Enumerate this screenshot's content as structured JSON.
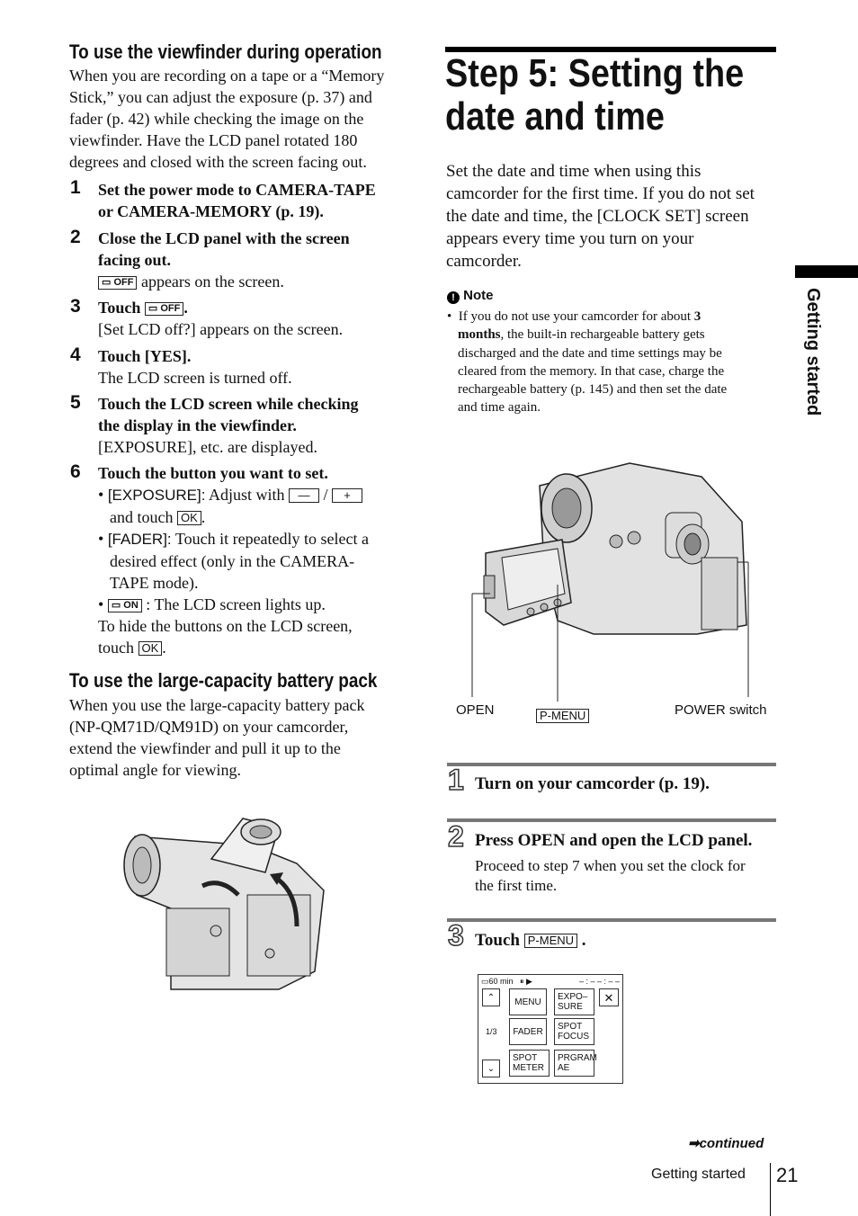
{
  "left": {
    "viewfinder_heading": "To use the viewfinder during operation",
    "viewfinder_intro": [
      "When you are recording on a tape or a “Memory",
      "Stick,” you can adjust the exposure (p. 37) and",
      "fader (p. 42) while checking the image on the",
      "viewfinder. Have the LCD panel rotated 180",
      "degrees and closed with the screen facing out."
    ],
    "steps": [
      {
        "n": "1",
        "lines": [
          "Set the power mode to CAMERA-TAPE",
          "or CAMERA-MEMORY (p. 19)."
        ]
      },
      {
        "n": "2",
        "lines": [
          "Close the LCD panel with the screen",
          "facing out."
        ],
        "detail": "appears on the screen."
      },
      {
        "n": "3",
        "title": "Touch",
        "detail": "[Set LCD off?] appears on the screen."
      },
      {
        "n": "4",
        "title": "Touch [YES].",
        "detail": "The LCD screen is turned off."
      },
      {
        "n": "5",
        "lines": [
          "Touch the LCD screen while checking",
          "the display in the viewfinder."
        ],
        "detail": "[EXPOSURE], etc. are displayed."
      },
      {
        "n": "6",
        "title": "Touch the button you want to set."
      }
    ],
    "icon_lcd_off": "OFF",
    "icon_lcd_on": "ON",
    "bullet_exposure_label": "[EXPOSURE]:",
    "bullet_exposure_text": "Adjust with",
    "minus": "—",
    "slash": "/",
    "plus": "+",
    "and_touch": "and touch",
    "ok": "OK",
    "bullet_fader_label": "[FADER]:",
    "bullet_fader_lines": [
      "Touch it repeatedly to select a",
      "desired effect (only in the CAMERA-",
      "TAPE mode)."
    ],
    "bullet_on_text": ": The LCD screen lights up.",
    "hide_line1": "To hide the buttons on the LCD screen,",
    "hide_line2": "touch",
    "battery_heading": "To use the large-capacity battery pack",
    "battery_text": [
      "When you use the large-capacity battery pack",
      "(NP-QM71D/QM91D) on your camcorder,",
      "extend the viewfinder and pull it up to the",
      "optimal angle for viewing."
    ]
  },
  "right": {
    "title_line1": "Step 5: Setting the",
    "title_line2": "date and time",
    "intro": [
      "Set the date and time when using this",
      "camcorder for the first time. If you do not set",
      "the date and time, the [CLOCK SET] screen",
      "appears every time you turn on your",
      "camcorder."
    ],
    "note_label": "Note",
    "note_lines": [
      "If you do not use your camcorder for about",
      "months",
      ", the built-in rechargeable battery gets",
      "discharged and the date and time settings may be",
      "cleared from the memory. In that case, charge the",
      "rechargeable battery (p. 145) and then set the date",
      "and time again."
    ],
    "note_bold": "3",
    "callout_open": "OPEN",
    "callout_pmenu": "P-MENU",
    "callout_power": "POWER switch",
    "step1_num": "1",
    "step1_title": "Turn on your camcorder (p. 19).",
    "step2_num": "2",
    "step2_title": "Press OPEN and open the LCD panel.",
    "step2_detail": [
      "Proceed to step 7 when you set the clock for",
      "the first time."
    ],
    "step3_num": "3",
    "step3_title": "Touch",
    "step3_box": "P-MENU",
    "menu": {
      "battery": "60 min",
      "time": "– : – – : – –",
      "page": "1/3",
      "buttons": [
        [
          "MENU"
        ],
        [
          "EXPO–",
          "SURE"
        ],
        [
          "FADER"
        ],
        [
          "SPOT",
          "FOCUS"
        ],
        [
          "SPOT",
          "METER"
        ],
        [
          "PRGRAM",
          "AE"
        ]
      ]
    }
  },
  "side_tab": "Getting started",
  "footer": {
    "continued": "continued",
    "section": "Getting started",
    "page": "21"
  },
  "colors": {
    "tab": "#000000",
    "rule": "#777777",
    "title_bar": "#000000"
  }
}
